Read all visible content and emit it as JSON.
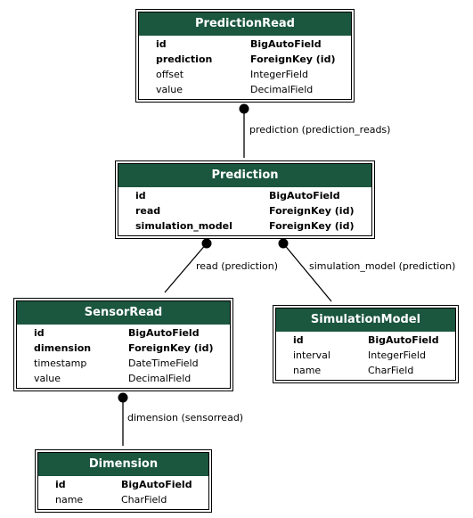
{
  "models": [
    {
      "key": "predictionread",
      "title": "PredictionRead",
      "fields": [
        {
          "name": "id",
          "type": "BigAutoField",
          "bold": true
        },
        {
          "name": "prediction",
          "type": "ForeignKey (id)",
          "bold": true
        },
        {
          "name": "offset",
          "type": "IntegerField",
          "bold": false
        },
        {
          "name": "value",
          "type": "DecimalField",
          "bold": false
        }
      ]
    },
    {
      "key": "prediction",
      "title": "Prediction",
      "fields": [
        {
          "name": "id",
          "type": "BigAutoField",
          "bold": true
        },
        {
          "name": "read",
          "type": "ForeignKey (id)",
          "bold": true
        },
        {
          "name": "simulation_model",
          "type": "ForeignKey (id)",
          "bold": true
        }
      ]
    },
    {
      "key": "sensorread",
      "title": "SensorRead",
      "fields": [
        {
          "name": "id",
          "type": "BigAutoField",
          "bold": true
        },
        {
          "name": "dimension",
          "type": "ForeignKey (id)",
          "bold": true
        },
        {
          "name": "timestamp",
          "type": "DateTimeField",
          "bold": false
        },
        {
          "name": "value",
          "type": "DecimalField",
          "bold": false
        }
      ]
    },
    {
      "key": "simulationmodel",
      "title": "SimulationModel",
      "fields": [
        {
          "name": "id",
          "type": "BigAutoField",
          "bold": true
        },
        {
          "name": "interval",
          "type": "IntegerField",
          "bold": false
        },
        {
          "name": "name",
          "type": "CharField",
          "bold": false
        }
      ]
    },
    {
      "key": "dimension",
      "title": "Dimension",
      "fields": [
        {
          "name": "id",
          "type": "BigAutoField",
          "bold": true
        },
        {
          "name": "name",
          "type": "CharField",
          "bold": false
        }
      ]
    }
  ],
  "relations": [
    {
      "key": "pr-p",
      "label": "prediction (prediction_reads)"
    },
    {
      "key": "p-sr",
      "label": "read (prediction)"
    },
    {
      "key": "p-sm",
      "label": "simulation_model (prediction)"
    },
    {
      "key": "sr-d",
      "label": "dimension (sensorread)"
    }
  ],
  "colors": {
    "header_bg": "#1b563f",
    "header_text": "#ffffff",
    "line": "#000000"
  }
}
